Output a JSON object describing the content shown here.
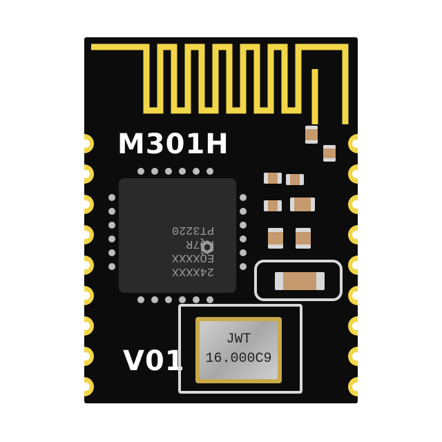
{
  "module": {
    "model_label": "M301H",
    "version_label": "V01",
    "chip_lines": [
      "24XXXX",
      "EQXXXX",
      "HQ7R",
      "PT3220"
    ],
    "crystal_lines": [
      "JWT",
      "16.000C9"
    ]
  },
  "colors": {
    "pcb": "#0c0c0c",
    "gold": "#f2d649",
    "silkscreen": "#ffffff",
    "chip": "#2a2a2a",
    "crystal_case": "#c9a94a"
  },
  "icons": {
    "chip_logo": "hexagon-logo-icon",
    "antenna": "meander-antenna-icon"
  }
}
